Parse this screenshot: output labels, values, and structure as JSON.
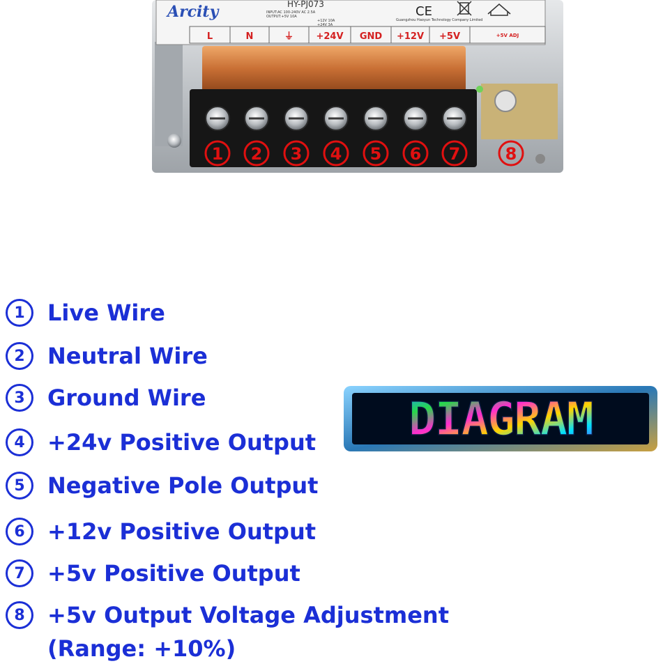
{
  "psu": {
    "brand": "Arcity",
    "model": "HY-PJ073",
    "spec_lines": [
      "INPUT:AC 100-240V AC 2.5A",
      "OUTPUT:+5V 10A",
      "+12V 10A",
      "+24V 3A"
    ],
    "maker": "Guangzhou Haoyun Technology Company Limited",
    "cert": "CE",
    "terminal_labels": [
      "L",
      "N",
      "⏚",
      "+24V",
      "GND",
      "+12V",
      "+5V",
      "+5V ADJ"
    ],
    "callout_numbers": [
      "1",
      "2",
      "3",
      "4",
      "5",
      "6",
      "7",
      "8"
    ],
    "colors": {
      "callout": "#e01010",
      "cover": "#c5682a",
      "label": "#d42020",
      "case": "#c9ccd0"
    }
  },
  "legend": [
    {
      "num": "1",
      "text": "Live Wire"
    },
    {
      "num": "2",
      "text": "Neutral Wire"
    },
    {
      "num": "3",
      "text": "Ground Wire"
    },
    {
      "num": "4",
      "text": "+24v Positive Output"
    },
    {
      "num": "5",
      "text": "Negative Pole Output"
    },
    {
      "num": "6",
      "text": "+12v Positive Output"
    },
    {
      "num": "7",
      "text": "+5v Positive Output"
    },
    {
      "num": "8",
      "text": "+5v Output Voltage Adjustment\n(Range: +10%)"
    }
  ],
  "badge": {
    "text": "DIAGRAM"
  },
  "colors": {
    "legend": "#1b2fd6"
  }
}
